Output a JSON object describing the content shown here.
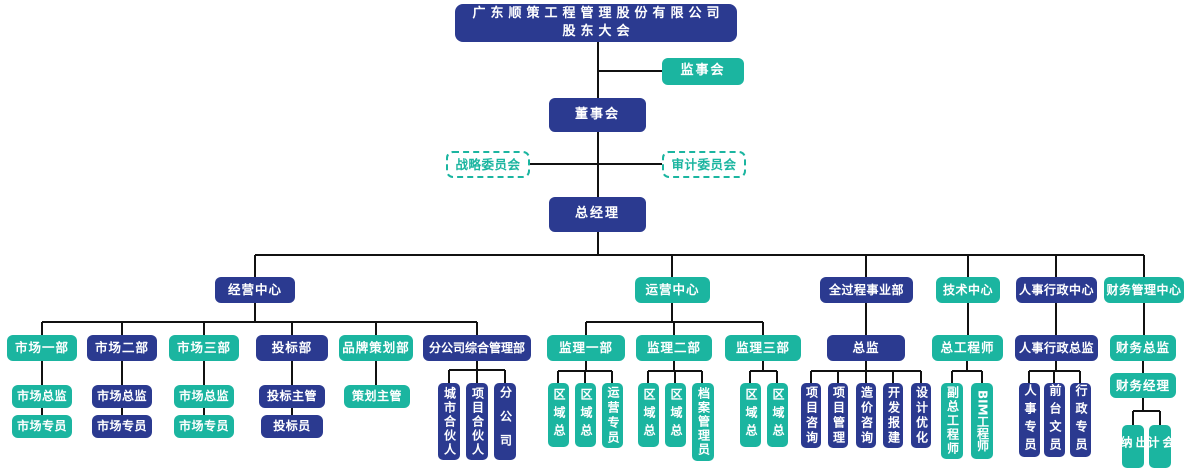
{
  "palette": {
    "navy": "#2b3a90",
    "teal": "#1bb5a0",
    "line": "#111111",
    "background": "#ffffff"
  },
  "org": {
    "shareholders_meeting": {
      "line1": "广东顺策工程管理股份有限公司",
      "line2": "股东大会"
    },
    "supervisory_board": "监事会",
    "board_of_directors": "董事会",
    "strategy_committee": "战略委员会",
    "audit_committee": "审计委员会",
    "general_manager": "总经理",
    "centers": [
      {
        "label": "经营中心",
        "departments": [
          {
            "label": "市场一部",
            "chain": [
              "市场总监",
              "市场专员"
            ]
          },
          {
            "label": "市场二部",
            "chain": [
              "市场总监",
              "市场专员"
            ]
          },
          {
            "label": "市场三部",
            "chain": [
              "市场总监",
              "市场专员"
            ]
          },
          {
            "label": "投标部",
            "chain": [
              "投标主管",
              "投标员"
            ]
          },
          {
            "label": "品牌策划部",
            "chain": [
              "策划主管"
            ]
          },
          {
            "label": "分公司综合管理部",
            "vertical_children": [
              "城市合伙人",
              "项目合伙人",
              "分公司"
            ]
          }
        ]
      },
      {
        "label": "运营中心",
        "departments": [
          {
            "label": "监理一部",
            "vertical_children": [
              "区域总",
              "区域总",
              "运营专员"
            ]
          },
          {
            "label": "监理二部",
            "vertical_children": [
              "区域总",
              "区域总",
              "档案管理员"
            ]
          },
          {
            "label": "监理三部",
            "vertical_children": [
              "区域总",
              "区域总"
            ]
          }
        ]
      },
      {
        "label": "全过程事业部",
        "departments": [
          {
            "label": "总监",
            "vertical_children": [
              "项目咨询",
              "项目管理",
              "造价咨询",
              "开发报建",
              "设计优化"
            ]
          }
        ]
      },
      {
        "label": "技术中心",
        "departments": [
          {
            "label": "总工程师",
            "vertical_children": [
              "副总工程师",
              "BIM工程师"
            ]
          }
        ]
      },
      {
        "label": "人事行政中心",
        "departments": [
          {
            "label": "人事行政总监",
            "vertical_children": [
              "人事专员",
              "前台文员",
              "行政专员"
            ]
          }
        ]
      },
      {
        "label": "财务管理中心",
        "departments": [
          {
            "label": "财务总监",
            "chain": [
              "财务经理"
            ],
            "vertical_children": [
              "出纳",
              "会计"
            ]
          }
        ]
      }
    ]
  }
}
